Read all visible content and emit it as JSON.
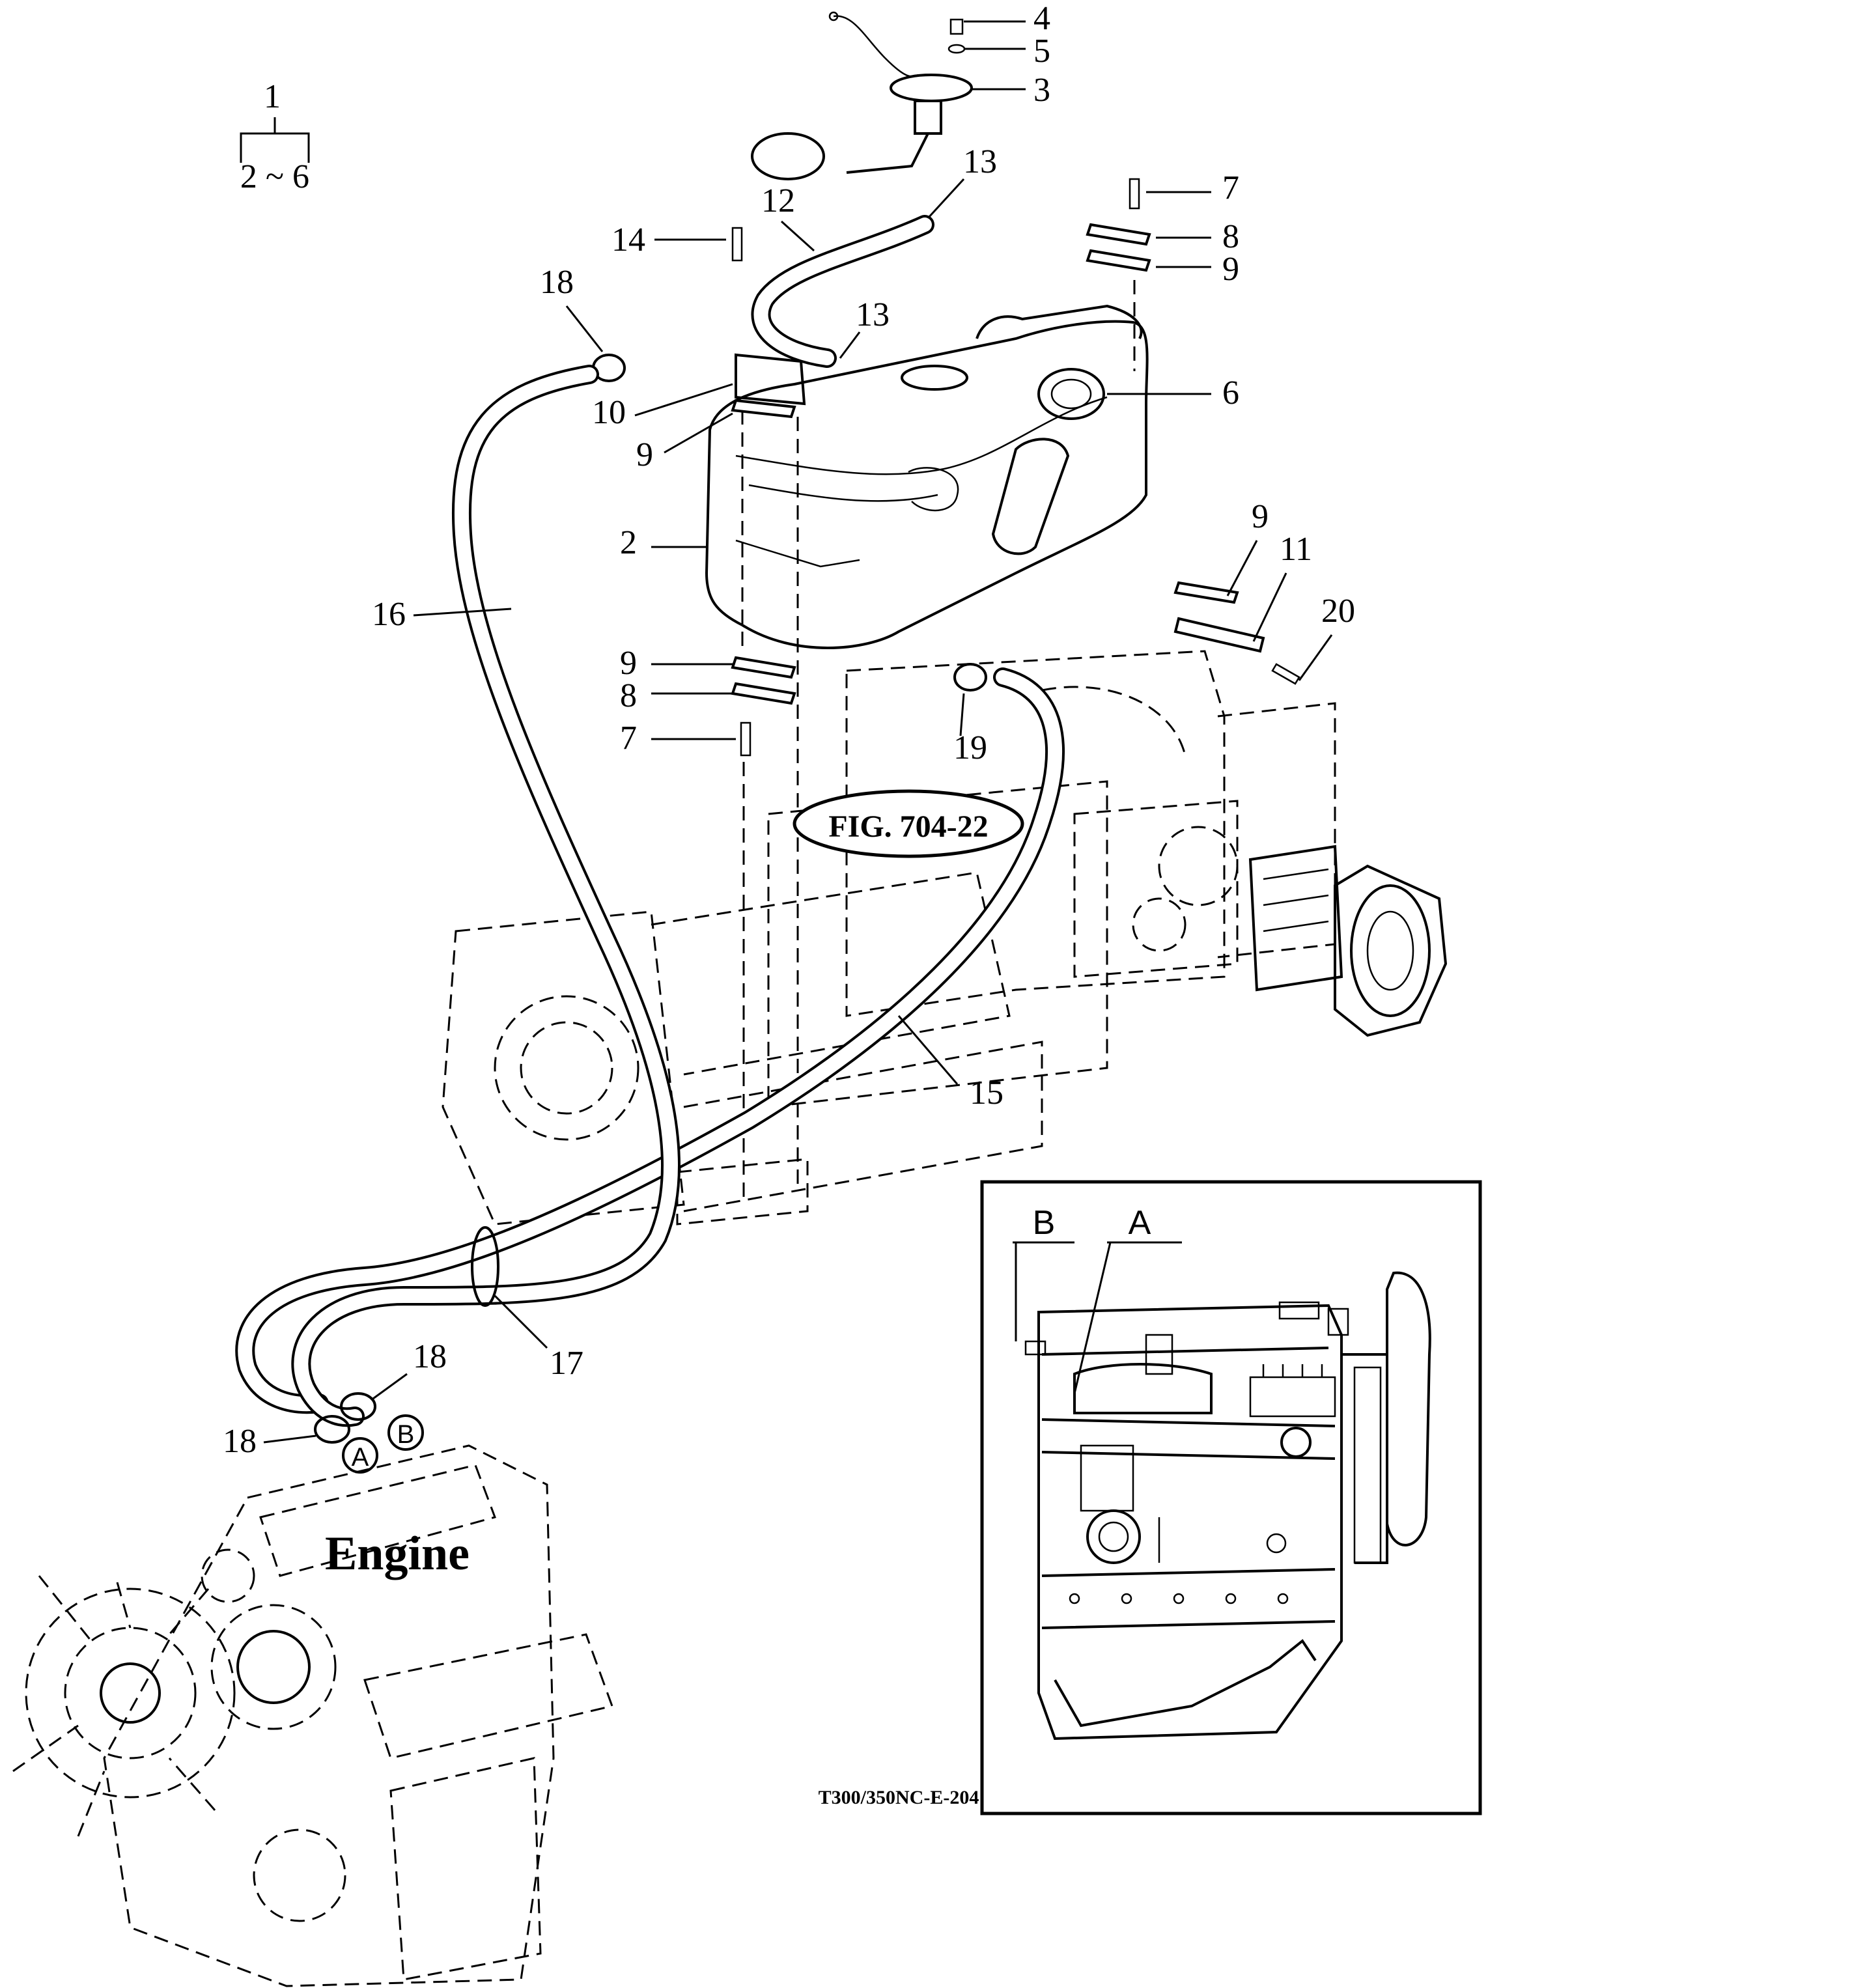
{
  "assembly": {
    "number": "1",
    "range": "2 ~ 6"
  },
  "callouts": {
    "c2": "2",
    "c3": "3",
    "c4": "4",
    "c5": "5",
    "c6": "6",
    "c7a": "7",
    "c7b": "7",
    "c8a": "8",
    "c8b": "8",
    "c9a": "9",
    "c9b": "9",
    "c9c": "9",
    "c9d": "9",
    "c10": "10",
    "c11": "11",
    "c12": "12",
    "c13a": "13",
    "c13b": "13",
    "c14": "14",
    "c15": "15",
    "c16": "16",
    "c17": "17",
    "c18a": "18",
    "c18b": "18",
    "c18c": "18",
    "c19": "19",
    "c20": "20"
  },
  "figure_reference": "FIG. 704-22",
  "engine_label": "Engine",
  "hose_ends": {
    "a": "A",
    "b": "B"
  },
  "inset": {
    "label_a": "A",
    "label_b": "B"
  },
  "drawing_code": "T300/350NC-E-204"
}
